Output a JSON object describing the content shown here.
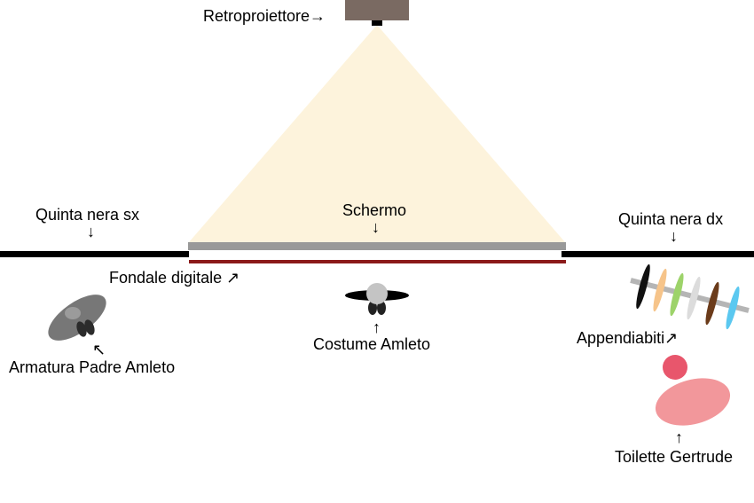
{
  "labels": {
    "projector": "Retroproiettore→",
    "screen": "Schermo",
    "screen_arrow": "↓",
    "wing_left": "Quinta nera sx",
    "wing_left_arrow": "↓",
    "wing_right": "Quinta nera dx",
    "wing_right_arrow": "↓",
    "backdrop": "Fondale digitale ↗",
    "costume_arrow": "↑",
    "costume": "Costume Amleto",
    "armor_arrow": "↖",
    "armor": "Armatura Padre Amleto",
    "racks": "Appendiabiti↗",
    "toilette_arrow": "↑",
    "toilette": "Toilette Gertrude"
  },
  "colors": {
    "projector_body": "#7a6a62",
    "light_cone": "#fdf3dc",
    "screen": "#999999",
    "backdrop_line": "#8b1a1a",
    "wing": "#000000",
    "armor": "#777777",
    "rack_bar": "#b5b5b5",
    "hangers": [
      "#111111",
      "#f6c48a",
      "#9dd36a",
      "#dcdcdc",
      "#6b3b1a",
      "#5bc8f0"
    ],
    "toilette_stool": "#e8566c",
    "toilette_table": "#f2979b"
  }
}
